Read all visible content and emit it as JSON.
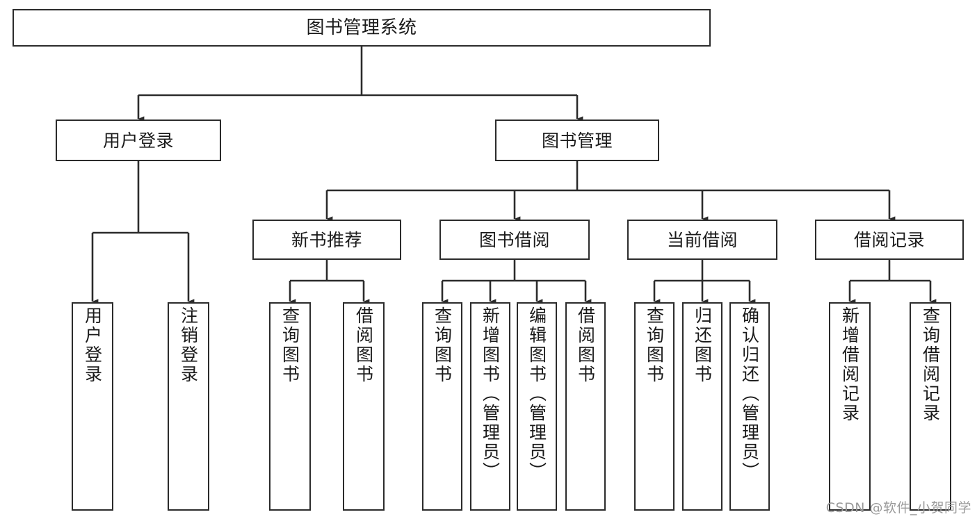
{
  "diagram": {
    "title_text": "图书管理系统",
    "watermark": "CSDN @软件_小贺同学",
    "line_color": "#2b2b2b",
    "box_fill": "#ffffff",
    "text_color": "#1a1a1a",
    "watermark_color": "#9a9a9a",
    "root": {
      "label": "图书管理系统"
    },
    "level2": [
      {
        "label": "用户登录"
      },
      {
        "label": "图书管理"
      }
    ],
    "level3": [
      {
        "label": "新书推荐"
      },
      {
        "label": "图书借阅"
      },
      {
        "label": "当前借阅"
      },
      {
        "label": "借阅记录"
      }
    ],
    "leaves": {
      "user_login": [
        {
          "label": "用户登录"
        },
        {
          "label": "注销登录"
        }
      ],
      "new_book_recommend": [
        {
          "label": "查询图书"
        },
        {
          "label": "借阅图书"
        }
      ],
      "book_borrow": [
        {
          "label": "查询图书"
        },
        {
          "label": "新增图书（管理员）"
        },
        {
          "label": "编辑图书（管理员）"
        },
        {
          "label": "借阅图书"
        }
      ],
      "current_borrow": [
        {
          "label": "查询图书"
        },
        {
          "label": "归还图书"
        },
        {
          "label": "确认归还（管理员）"
        }
      ],
      "borrow_record": [
        {
          "label": "新增借阅记录"
        },
        {
          "label": "查询借阅记录"
        }
      ]
    }
  }
}
